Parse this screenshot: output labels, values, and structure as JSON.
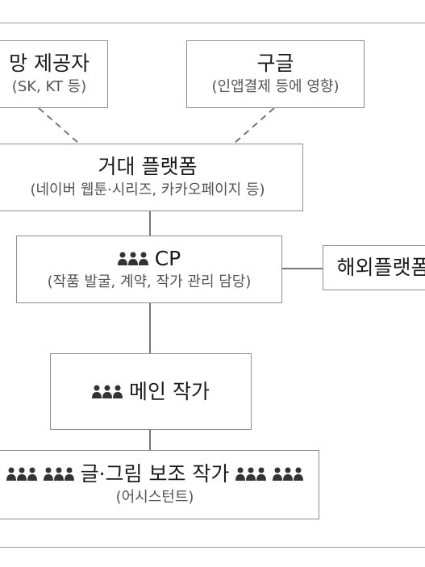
{
  "nodes": {
    "isp": {
      "title": "망 제공자",
      "sub": "(SK, KT 등)"
    },
    "google": {
      "title": "구글",
      "sub": "(인앱결제 등에 영향)"
    },
    "platform": {
      "title": "거대 플랫폼",
      "sub": "(네이버 웹툰·시리즈, 카카오페이지 등)"
    },
    "cp": {
      "title": "CP",
      "sub": "(작품 발굴, 계약, 작가 관리 담당)"
    },
    "overseas": {
      "title": "해외플랫폼"
    },
    "main_author": {
      "title": "메인 작가"
    },
    "assistant": {
      "title": "글·그림 보조 작가",
      "sub": "(어시스턴트)"
    }
  },
  "icons": {
    "group": "people-group-icon"
  },
  "colors": {
    "border": "#8f8f8f",
    "line": "#777777",
    "icon": "#333333"
  }
}
